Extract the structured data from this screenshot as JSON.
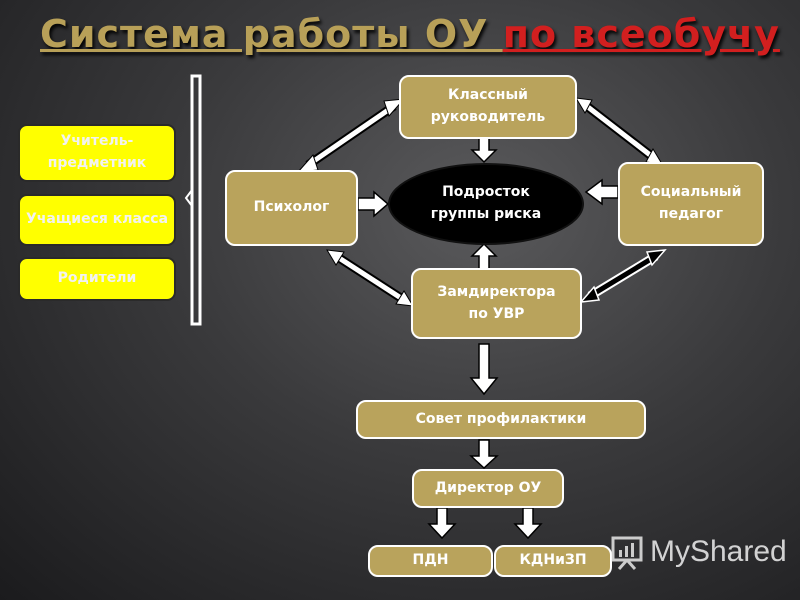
{
  "title": {
    "part1": "Система работы ОУ ",
    "part2": "по всеобучу"
  },
  "nodes": {
    "class_teacher": "Классный руководитель",
    "psychologist": "Психолог",
    "teen": "Подросток группы риска",
    "social_teacher": "Социальный педагог",
    "deputy": "Замдиректора по УВР",
    "council": "Совет профилактики",
    "director": "Директор ОУ",
    "pdn": "ПДН",
    "kdn": "КДНиЗП"
  },
  "sidebar": {
    "items": [
      "Учитель-предметник",
      "Учащиеся класса",
      "Родители"
    ]
  },
  "watermark": {
    "text": "MyShared"
  },
  "colors": {
    "gold": "#b9a35c",
    "yellow": "#ffff00",
    "title_gold": "#b8a058",
    "title_red": "#d21f1f",
    "ellipse": "#000000"
  }
}
